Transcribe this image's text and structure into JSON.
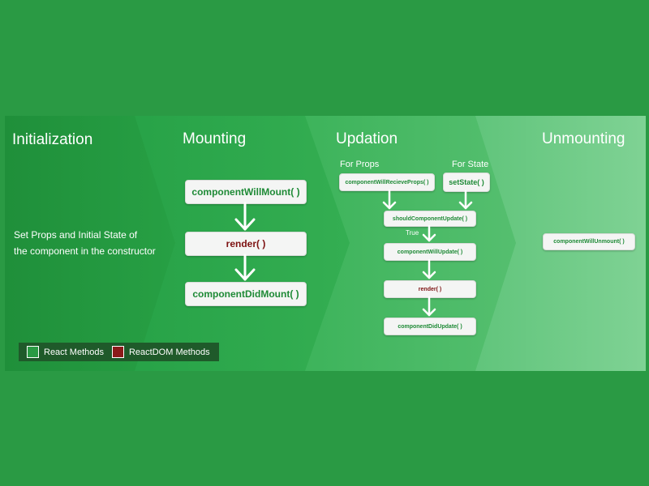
{
  "phases": {
    "initialization": {
      "title": "Initialization",
      "description_line1": "Set Props and Initial State of",
      "description_line2": "the component in the constructor"
    },
    "mounting": {
      "title": "Mounting",
      "methods": [
        "componentWillMount( )",
        "render( )",
        "componentDidMount( )"
      ]
    },
    "updation": {
      "title": "Updation",
      "for_props_label": "For Props",
      "for_state_label": "For State",
      "props_method": "componentWillRecieveProps( )",
      "state_method": "setState( )",
      "should_update": "shouldComponentUpdate( )",
      "true_label": "True",
      "will_update": "componentWillUpdate( )",
      "render": "render( )",
      "did_update": "componentDidUpdate( )"
    },
    "unmounting": {
      "title": "Unmounting",
      "method": "componentWillUnmount( )"
    }
  },
  "legend": {
    "react_label": "React Methods",
    "react_color": "#2a9a44",
    "reactdom_label": "ReactDOM Methods",
    "reactdom_color": "#8b1a1a"
  },
  "colors": {
    "page_background": "#2a9a44",
    "react_method_text": "#1e8a36",
    "reactdom_method_text": "#7d1212"
  }
}
